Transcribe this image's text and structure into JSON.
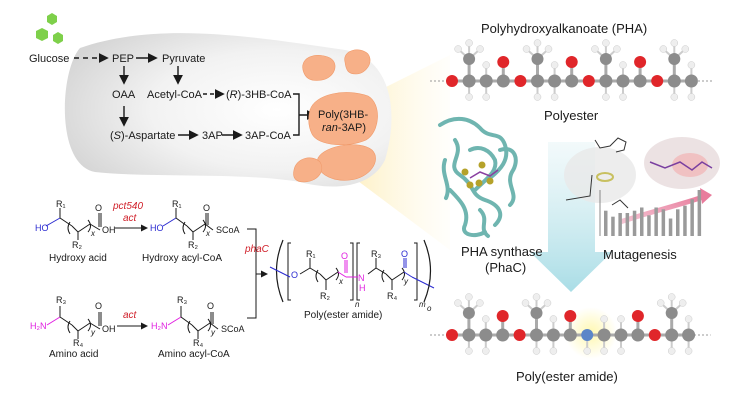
{
  "cell_pathway": {
    "glucose": "Glucose",
    "pep": "PEP",
    "pyruvate": "Pyruvate",
    "oaa": "OAA",
    "acetyl_coa": "Acetyl-CoA",
    "r_3hb_coa_prefix": "(",
    "r_3hb_coa_r": "R",
    "r_3hb_coa_suffix": ")-3HB-CoA",
    "s_aspartate_prefix": "(",
    "s_aspartate_s": "S",
    "s_aspartate_suffix": ")-Aspartate",
    "ap3": "3AP",
    "ap3_coa": "3AP-CoA",
    "poly_line1": "Poly(3HB-",
    "poly_line2_italic": "ran",
    "poly_line2_rest": "-3AP)"
  },
  "chemistry": {
    "hydroxy_acid_label": "Hydroxy acid",
    "hydroxy_acyl_coa_label": "Hydroxy acyl-CoA",
    "amino_acid_label": "Amino acid",
    "amino_acyl_coa_label": "Amino acyl-CoA",
    "enzyme_pct540": "pct540",
    "enzyme_act_1": "act",
    "enzyme_act_2": "act",
    "enzyme_phaC": "phaC",
    "ho": "HO",
    "oh": "OH",
    "h2n": "H₂N",
    "scoa": "SCoA",
    "o": "O",
    "r1": "R₁",
    "r2": "R₂",
    "r3": "R₃",
    "r4": "R₄",
    "x": "x",
    "y": "y",
    "n": "n",
    "m": "m",
    "o_sub": "o",
    "nh_n": "N",
    "nh_h": "H",
    "poly_ester_amide_label": "Poly(ester amide)"
  },
  "right_panel": {
    "pha_title": "Polyhydroxyalkanoate (PHA)",
    "polyester_label": "Polyester",
    "pha_synthase_line1": "PHA synthase",
    "pha_synthase_line2": "(PhaC)",
    "mutagenesis_label": "Mutagenesis",
    "poly_ester_amide_label": "Poly(ester amide)"
  },
  "colors": {
    "oxygen": "#e0262a",
    "carbon": "#8c8c8c",
    "hydrogen": "#eeeeee",
    "nitrogen": "#5b86c8",
    "enzyme_red": "#d0202a",
    "hydroxy_blue": "#2a2ad0",
    "amino_magenta": "#e020e0",
    "protein_teal": "#6fb5b0",
    "granule_orange": "#f7b088",
    "glucose_green": "#7ed04a"
  }
}
